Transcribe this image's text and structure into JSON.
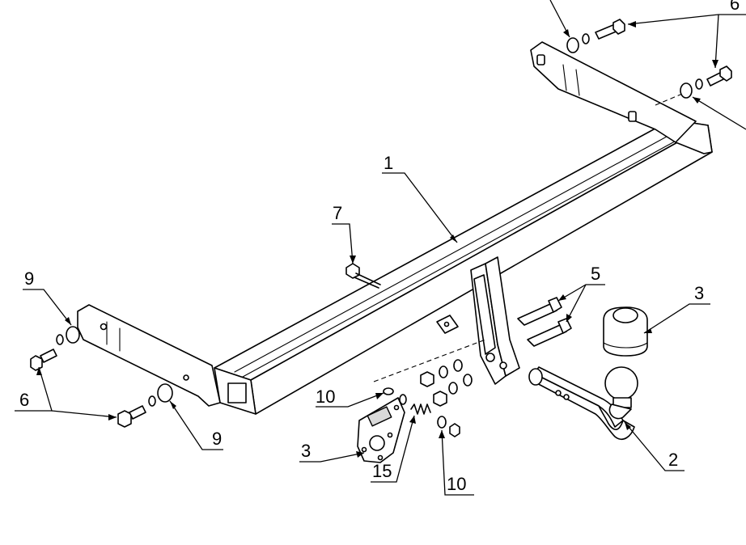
{
  "callouts": {
    "c1": "1",
    "c2": "2",
    "c3_right": "3",
    "c3_left": "3",
    "c5": "5",
    "c6_top": "6",
    "c6_left": "6",
    "c7": "7",
    "c9_top": "9",
    "c9_bottom": "9",
    "c10_top": "10",
    "c10_bottom": "10",
    "c15": "15"
  }
}
